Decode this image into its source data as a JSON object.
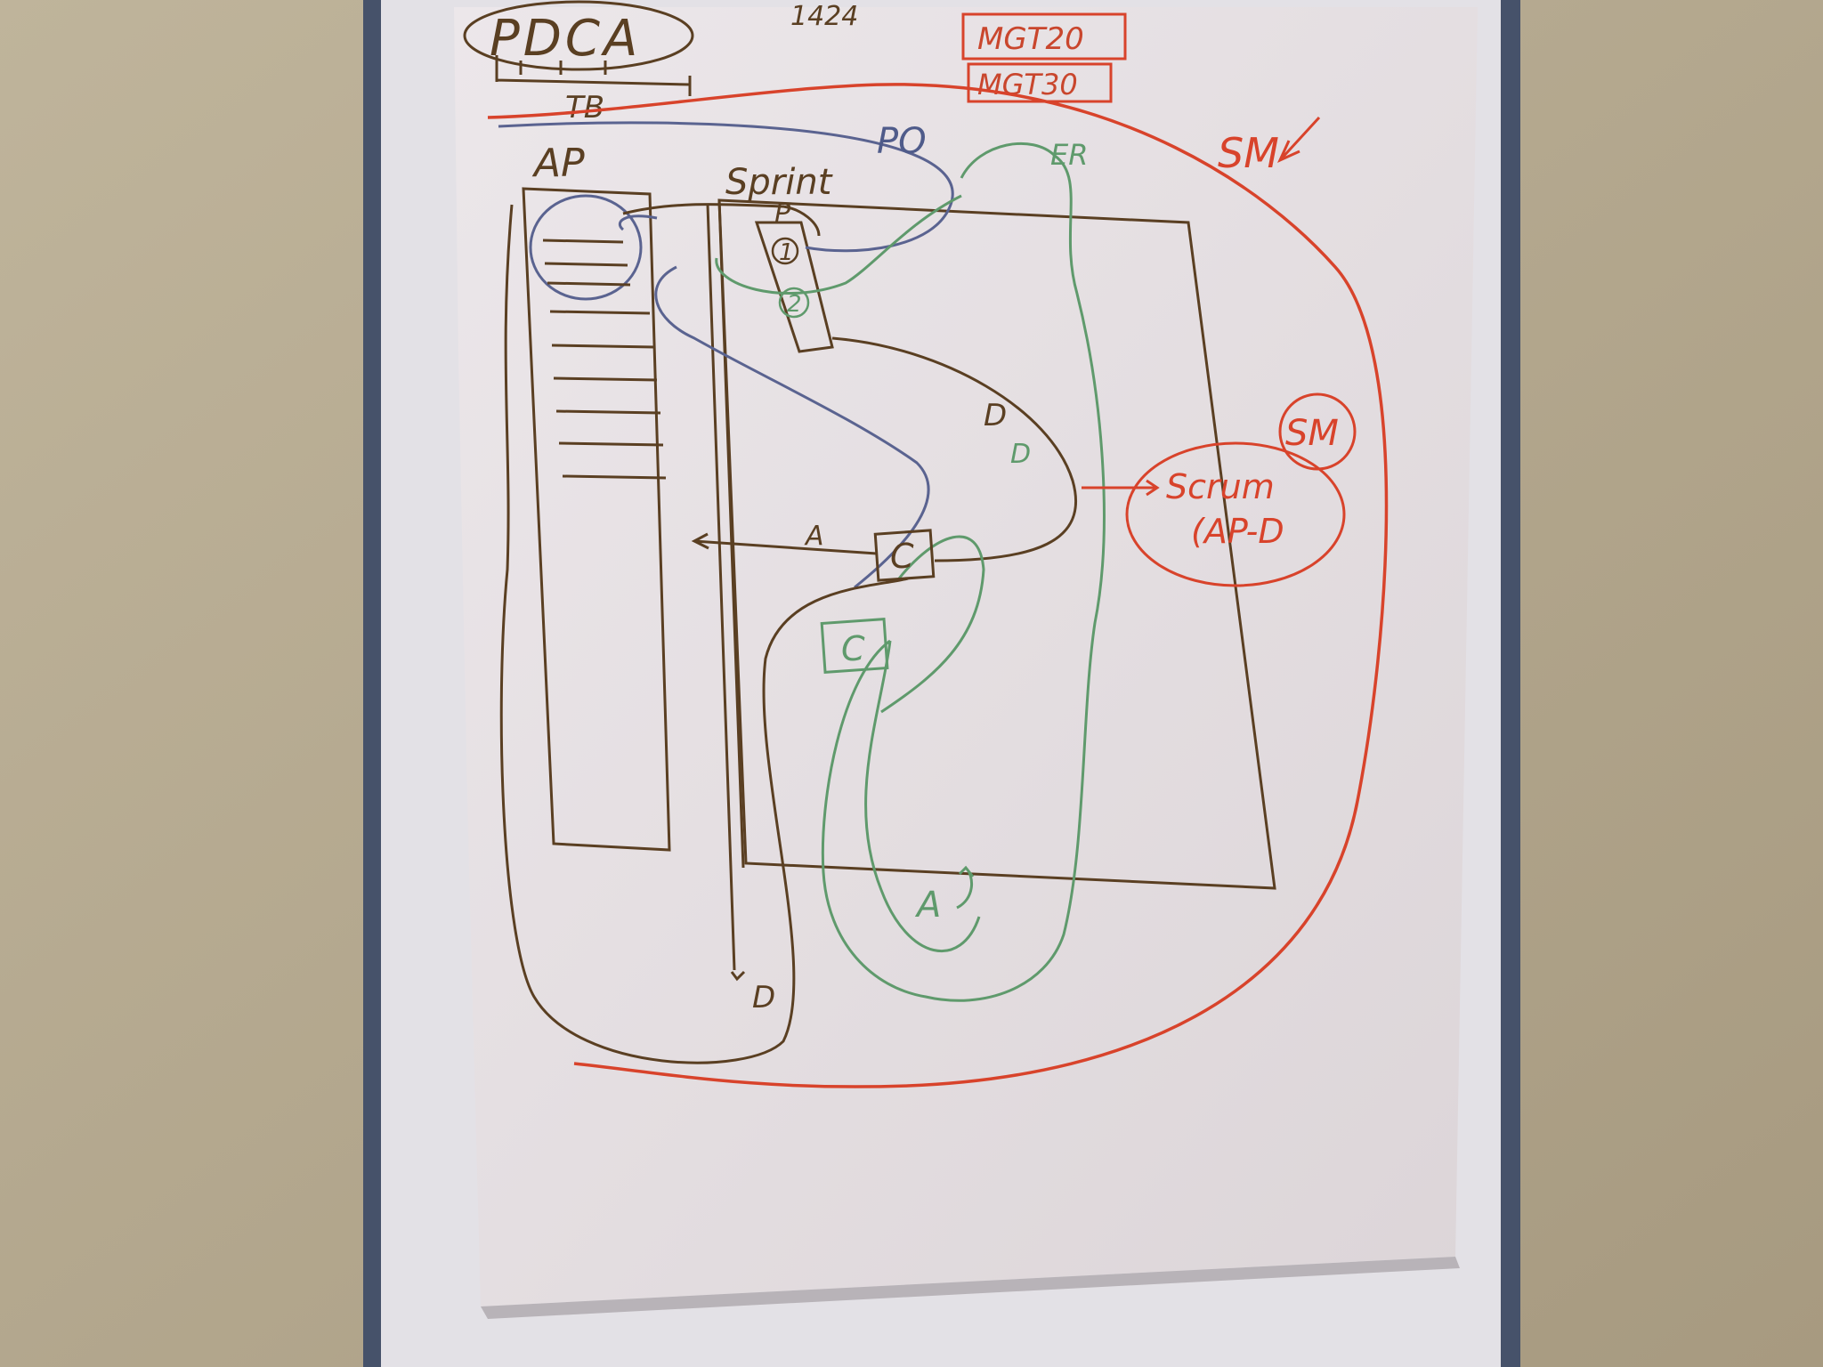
{
  "header": {
    "title": "PDCA",
    "timebox_label": "TB",
    "number": "1424",
    "box1": "MGT20",
    "box2": "MGT30"
  },
  "roles": {
    "product_owner": "PO",
    "team": "ER",
    "scrum_master": "SM",
    "scrum_master_circle": "SM"
  },
  "columns": {
    "backlog": "AP",
    "sprint": "Sprint"
  },
  "markers": {
    "plan": "P",
    "task1": "1",
    "task2": "2",
    "do1": "D",
    "do2": "D",
    "check1": "C",
    "check2": "C",
    "act1": "A",
    "act2": "A",
    "done": "D"
  },
  "scrum_bubble": {
    "line1": "Scrum",
    "line2": "(AP-D"
  },
  "colors": {
    "brown": "#5a3f22",
    "green": "#5f9a6c",
    "blue": "#5a6390",
    "red": "#d8432b",
    "paper": "#e9e3e5",
    "wall": "#b9ad93",
    "board_frame": "#46526a"
  }
}
